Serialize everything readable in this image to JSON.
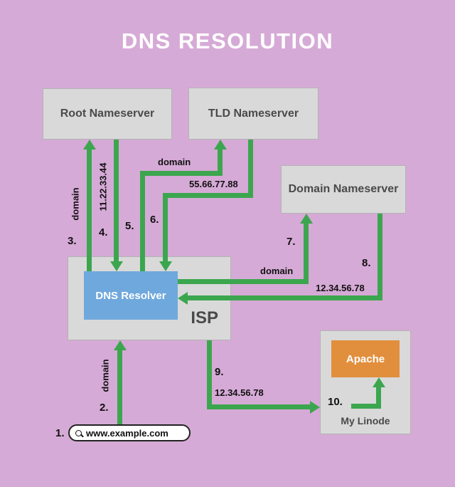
{
  "title": "DNS RESOLUTION",
  "nodes": {
    "root_nameserver": "Root Nameserver",
    "tld_nameserver": "TLD Nameserver",
    "domain_nameserver": "Domain Nameserver",
    "isp": "ISP",
    "dns_resolver": "DNS Resolver",
    "my_linode": "My Linode",
    "apache": "Apache"
  },
  "search": {
    "value": "www.example.com"
  },
  "steps": {
    "s1": {
      "num": "1."
    },
    "s2": {
      "num": "2.",
      "label": "domain"
    },
    "s3": {
      "num": "3.",
      "label": "domain"
    },
    "s4": {
      "num": "4.",
      "label": "11.22.33.44"
    },
    "s5": {
      "num": "5.",
      "label": "domain"
    },
    "s6": {
      "num": "6.",
      "label": "55.66.77.88"
    },
    "s7": {
      "num": "7.",
      "label": "domain"
    },
    "s8": {
      "num": "8.",
      "label": "12.34.56.78"
    },
    "s9": {
      "num": "9.",
      "label": "12.34.56.78"
    },
    "s10": {
      "num": "10."
    }
  },
  "colors": {
    "background": "#d6aad6",
    "node_fill": "#d9d9d9",
    "node_border": "#b3b3b3",
    "node_text": "#4a4a4a",
    "resolver_fill": "#6fa8dc",
    "apache_fill": "#e28f3d",
    "arrow": "#3ca64f",
    "title_text": "#ffffff",
    "label_text": "#111111"
  }
}
